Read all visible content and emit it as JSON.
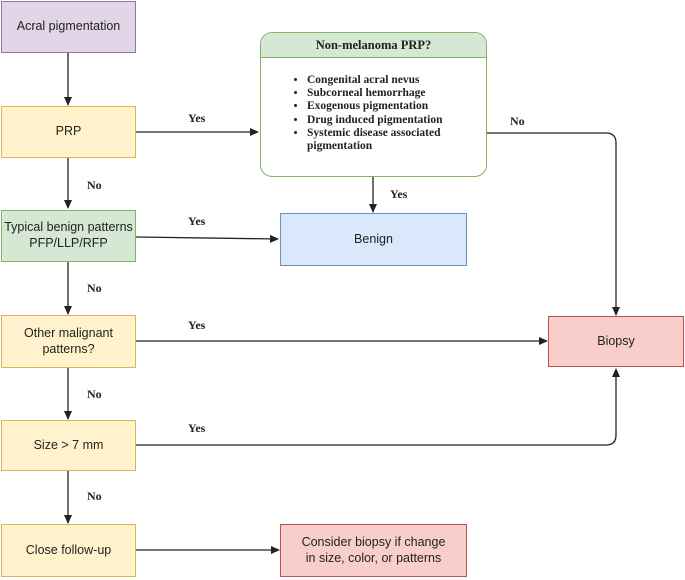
{
  "nodes": {
    "acral": "Acral pigmentation",
    "prp": "PRP",
    "typical_line1": "Typical benign patterns",
    "typical_line2": "PFP/LLP/RFP",
    "other_line1": "Other malignant",
    "other_line2": "patterns?",
    "size": "Size > 7 mm",
    "followup": "Close follow-up",
    "benign": "Benign",
    "biopsy": "Biopsy",
    "consider_line1": "Consider biopsy if change",
    "consider_line2": "in size, color, or patterns"
  },
  "non_melanoma": {
    "title": "Non-melanoma PRP?",
    "items": [
      "Congenital acral nevus",
      "Subcorneal hemorrhage",
      "Exogenous pigmentation",
      "Drug induced pigmentation",
      "Systemic disease associated pigmentation"
    ]
  },
  "edge_labels": {
    "prp_yes": "Yes",
    "prp_no": "No",
    "nm_no": "No",
    "nm_yes": "Yes",
    "typical_yes": "Yes",
    "typical_no": "No",
    "other_yes": "Yes",
    "other_no": "No",
    "size_yes": "Yes",
    "size_no": "No"
  }
}
